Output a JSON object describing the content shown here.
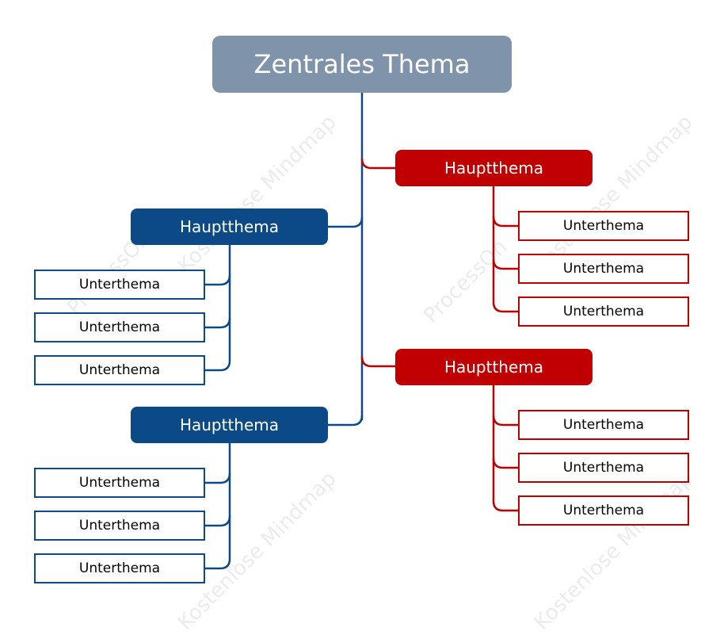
{
  "colors": {
    "central": "#7f93ab",
    "blue": "#0b4a86",
    "red": "#c00000",
    "watermark": "#e9ecef"
  },
  "watermark": {
    "text_1": "ProcessOn",
    "text_2": "Kostenlose Mindmap"
  },
  "central": {
    "label": "Zentrales Thema"
  },
  "branches": [
    {
      "label": "Hauptthema",
      "color": "red",
      "side": "right",
      "subtopics": [
        "Unterthema",
        "Unterthema",
        "Unterthema"
      ]
    },
    {
      "label": "Hauptthema",
      "color": "blue",
      "side": "left",
      "subtopics": [
        "Unterthema",
        "Unterthema",
        "Unterthema"
      ]
    },
    {
      "label": "Hauptthema",
      "color": "red",
      "side": "right",
      "subtopics": [
        "Unterthema",
        "Unterthema",
        "Unterthema"
      ]
    },
    {
      "label": "Hauptthema",
      "color": "blue",
      "side": "left",
      "subtopics": [
        "Unterthema",
        "Unterthema",
        "Unterthema"
      ]
    }
  ]
}
